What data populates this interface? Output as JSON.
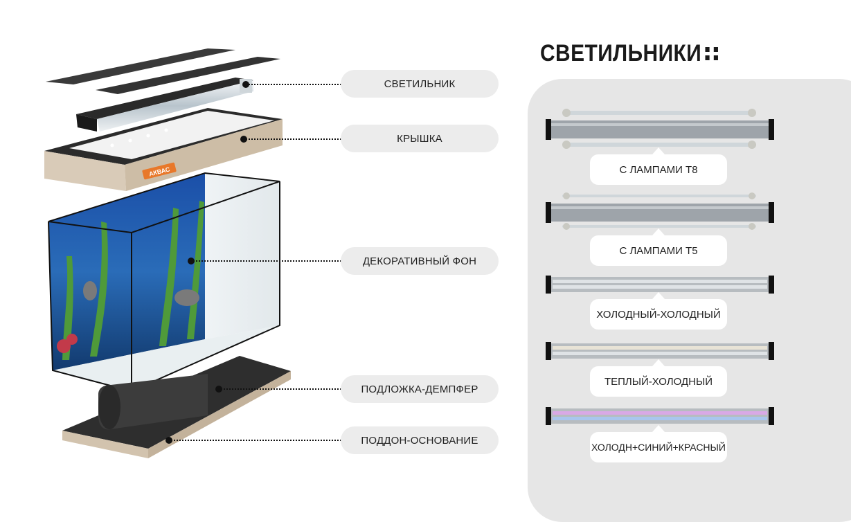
{
  "callouts": [
    {
      "label": "СВЕТИЛЬНИК"
    },
    {
      "label": "КРЫШКА"
    },
    {
      "label": "ДЕКОРАТИВНЫЙ ФОН"
    },
    {
      "label": "ПОДЛОЖКА-ДЕМПФЕР"
    },
    {
      "label": "ПОДДОН-ОСНОВАНИЕ"
    }
  ],
  "brand_logo": "АКВАС",
  "panel": {
    "title": "СВЕТИЛЬНИКИ",
    "items": [
      {
        "label": "С ЛАМПАМИ Т8",
        "type": "tube-t8"
      },
      {
        "label": "С ЛАМПАМИ Т5",
        "type": "tube-t5"
      },
      {
        "label": "ХОЛОДНЫЙ-ХОЛОДНЫЙ",
        "type": "led-cold"
      },
      {
        "label": "ТЕПЛЫЙ-ХОЛОДНЫЙ",
        "type": "led-warm-cold"
      },
      {
        "label": "ХОЛОДН+СИНИЙ+КРАСНЫЙ",
        "type": "led-rgb"
      }
    ]
  },
  "colors": {
    "pill_bg": "#ececec",
    "panel_bg": "#e6e6e6",
    "wood": "#d9cbb8",
    "lid_dark": "#2b2b2b",
    "logo_orange": "#e8782a"
  }
}
